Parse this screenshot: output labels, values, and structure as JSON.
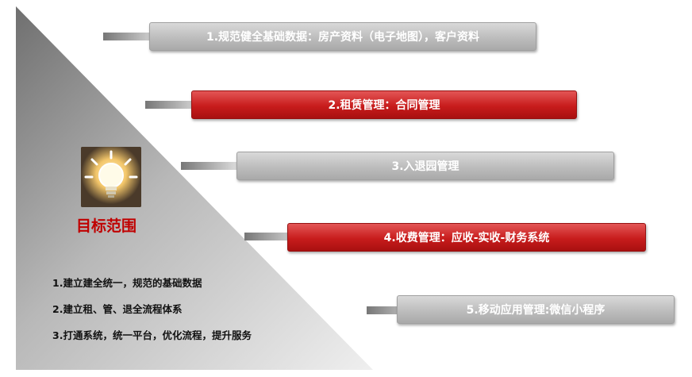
{
  "colors": {
    "gray_bar": "#bdbdbd",
    "red_bar": "#c81c1c",
    "title_red": "#c00000",
    "triangle": "#9a9a9a"
  },
  "modules": [
    {
      "label": "1.规范健全基础数据：房产资料（电子地图），客户资料",
      "style": "gray"
    },
    {
      "label": "2.租赁管理：合同管理",
      "style": "red"
    },
    {
      "label": "3.入退园管理",
      "style": "gray"
    },
    {
      "label": "4.收费管理：应收-实收-财务系统",
      "style": "red"
    },
    {
      "label": "5.移动应用管理:微信小程序",
      "style": "gray"
    }
  ],
  "goal": {
    "icon": "lightbulb-icon",
    "title": "目标范围",
    "items": [
      "1.建立建全统一，规范的基础数据",
      "2.建立租、管、退全流程体系",
      "3.打通系统，统一平台，优化流程，提升服务"
    ]
  }
}
